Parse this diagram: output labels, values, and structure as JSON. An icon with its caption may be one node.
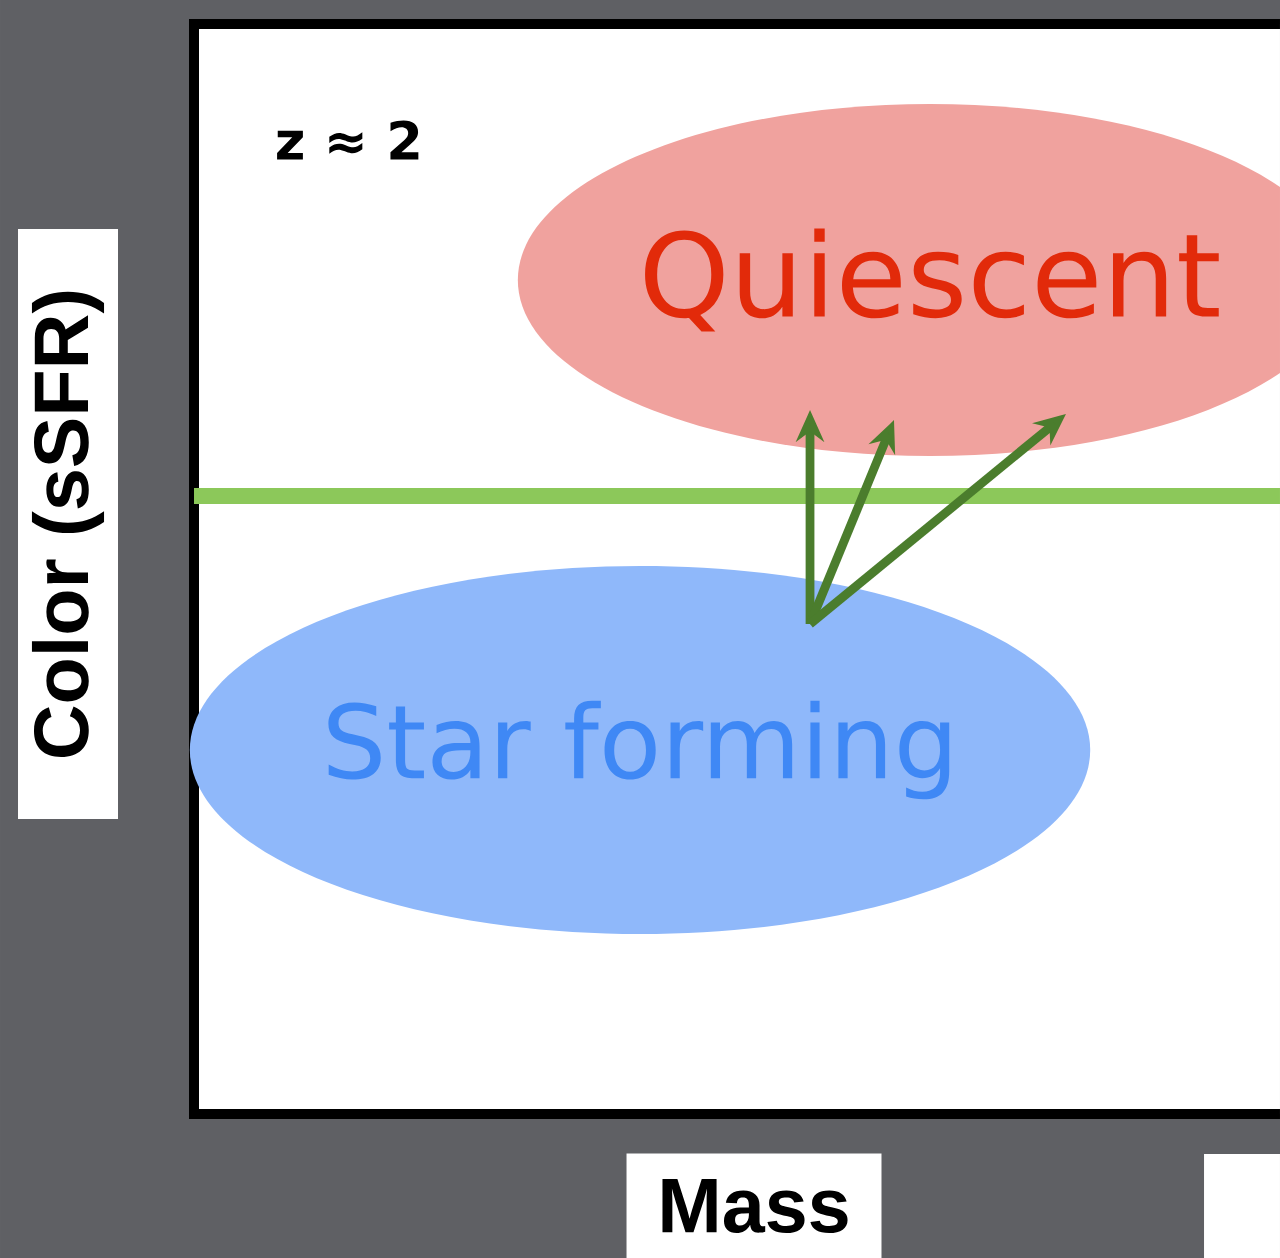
{
  "diagram": {
    "nodes": [
      {
        "text": [
          "Quiescent"
        ]
      },
      {
        "text": [
          "Star forming"
        ]
      }
    ],
    "edges": [
      {
        "from": 1,
        "to": 0,
        "arrow": "to"
      },
      {
        "from": 1,
        "to": 0,
        "arrow": "to"
      },
      {
        "from": 1,
        "to": 0,
        "arrow": "to"
      }
    ],
    "labels": [
      "z ≈ 2",
      "Color (sSFR)",
      "Mass"
    ]
  }
}
